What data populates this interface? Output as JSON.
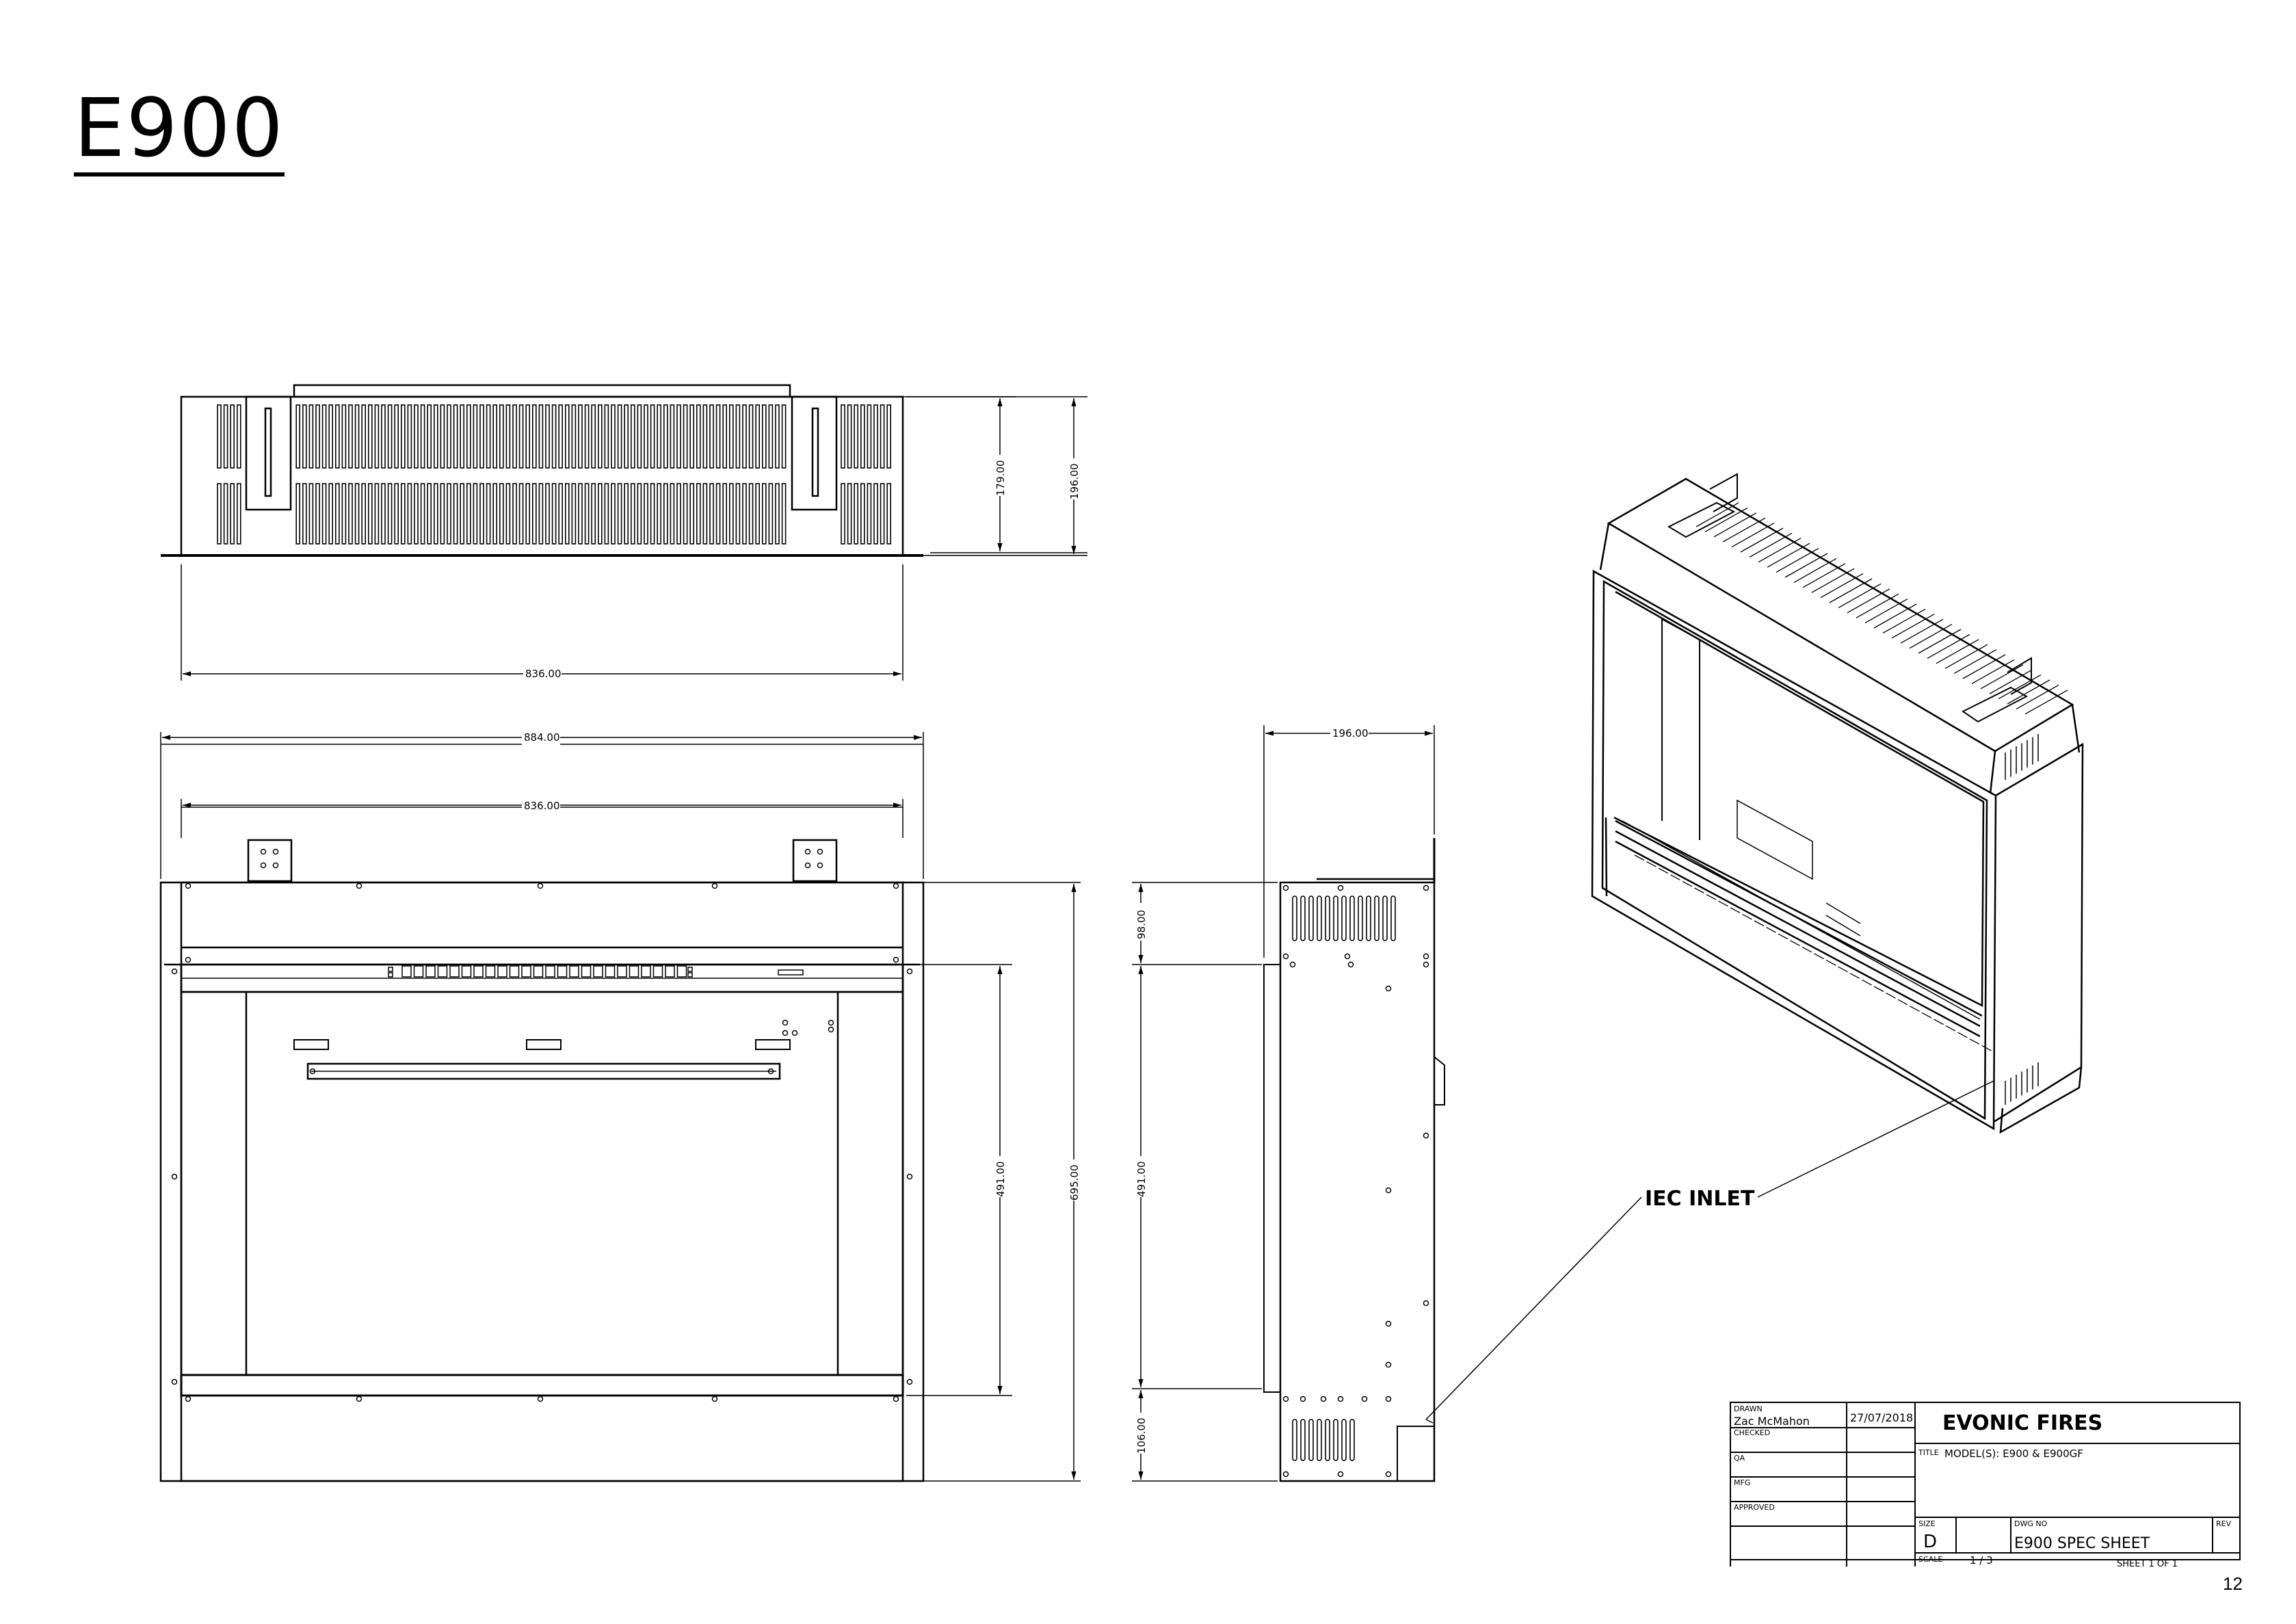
{
  "sheet": {
    "title": "E900",
    "page_number": "12"
  },
  "dimensions": {
    "top_view_inner_height": "179.00",
    "top_view_outer_height": "196.00",
    "top_view_width": "836.00",
    "front_outer_width": "884.00",
    "front_inner_width": "836.00",
    "front_opening_height": "491.00",
    "front_total_height": "695.00",
    "side_depth": "196.00",
    "side_top_offset": "98.00",
    "side_opening_height": "491.00",
    "side_bottom_offset": "106.00"
  },
  "callout": {
    "label": "IEC INLET"
  },
  "title_block": {
    "drawn_label": "DRAWN",
    "drawn_by": "Zac McMahon",
    "drawn_date": "27/07/2018",
    "checked_label": "CHECKED",
    "qa_label": "QA",
    "mfg_label": "MFG",
    "approved_label": "APPROVED",
    "company": "EVONIC FIRES",
    "title_label": "TITLE",
    "title_value": "MODEL(S): E900 & E900GF",
    "size_label": "SIZE",
    "size_value": "D",
    "dwg_no_label": "DWG NO",
    "dwg_no_value": "E900 SPEC SHEET",
    "rev_label": "REV",
    "scale_label": "SCALE",
    "scale_value": "1 / 3",
    "sheet_label": "SHEET 1  OF 1"
  }
}
